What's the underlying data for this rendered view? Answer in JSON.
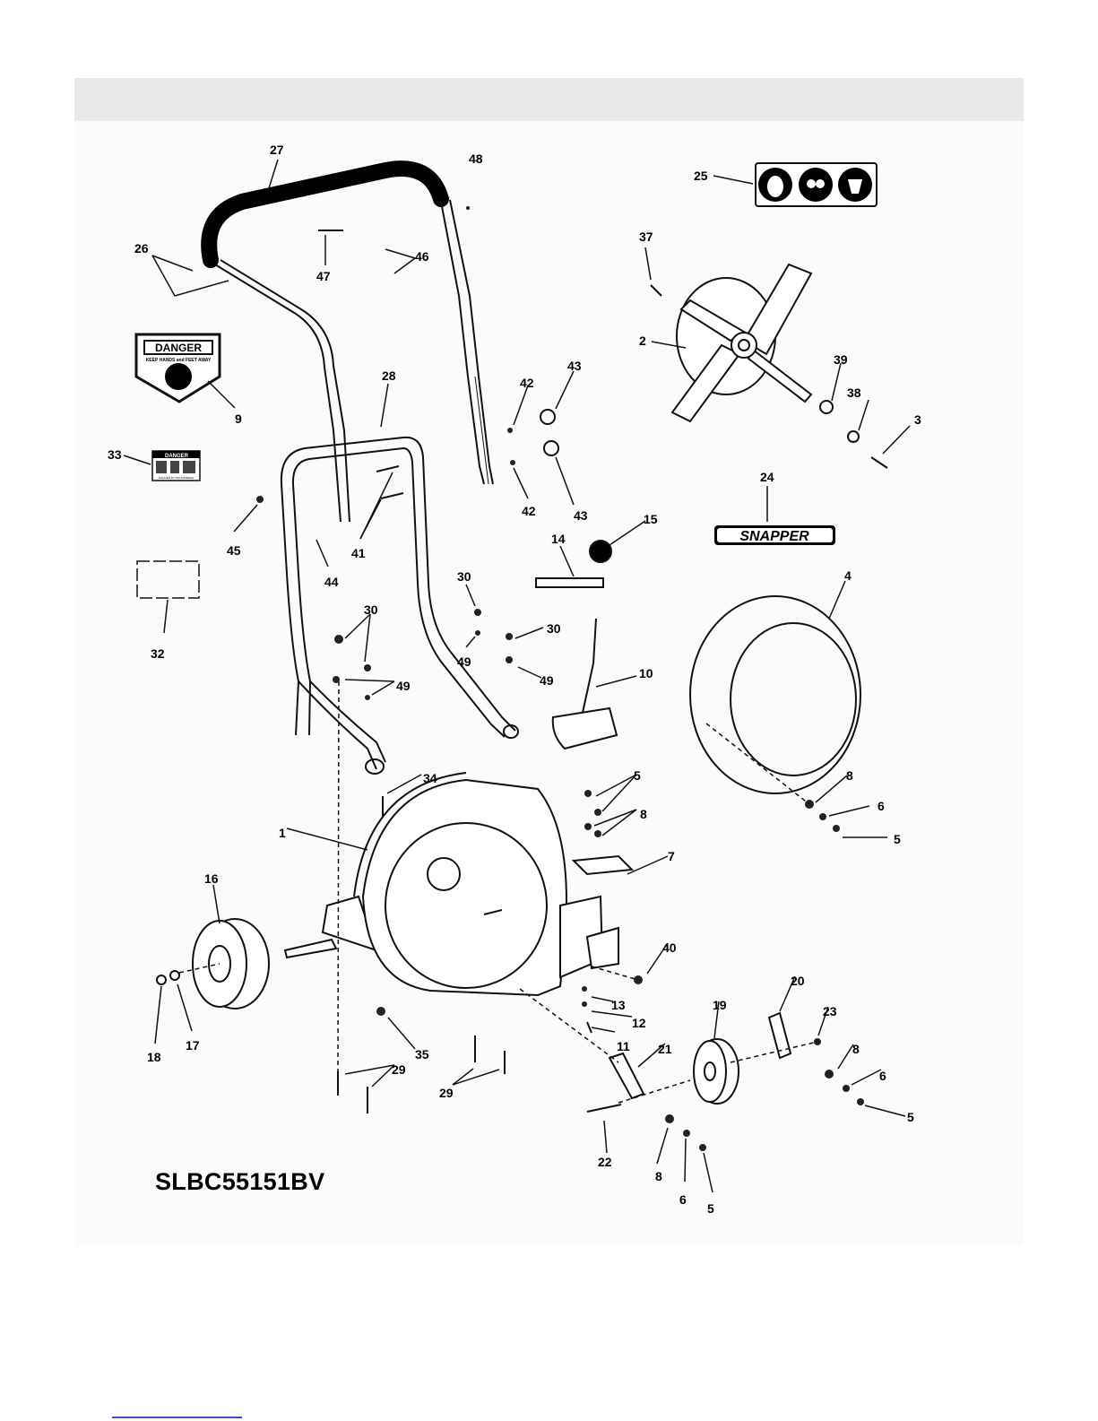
{
  "model_number": "SLBC55151BV",
  "decals": {
    "danger_main_title": "DANGER",
    "danger_main_subtitle": "KEEP HANDS and FEET AWAY",
    "danger_small_title": "DANGER",
    "danger_small_subtitle": "DANGER FLYING MATERIAL",
    "brand": "SNAPPER"
  },
  "callouts": [
    {
      "id": "c27",
      "text": "27"
    },
    {
      "id": "c48",
      "text": "48"
    },
    {
      "id": "c25",
      "text": "25"
    },
    {
      "id": "c26",
      "text": "26"
    },
    {
      "id": "c47",
      "text": "47"
    },
    {
      "id": "c46",
      "text": "46"
    },
    {
      "id": "c37",
      "text": "37"
    },
    {
      "id": "c2",
      "text": "2"
    },
    {
      "id": "c9",
      "text": "9"
    },
    {
      "id": "c39",
      "text": "39"
    },
    {
      "id": "c43a",
      "text": "43"
    },
    {
      "id": "c42a",
      "text": "42"
    },
    {
      "id": "c28",
      "text": "28"
    },
    {
      "id": "c38",
      "text": "38"
    },
    {
      "id": "c3",
      "text": "3"
    },
    {
      "id": "c33",
      "text": "33"
    },
    {
      "id": "c42b",
      "text": "42"
    },
    {
      "id": "c43b",
      "text": "43"
    },
    {
      "id": "c24",
      "text": "24"
    },
    {
      "id": "c45",
      "text": "45"
    },
    {
      "id": "c41",
      "text": "41"
    },
    {
      "id": "c15",
      "text": "15"
    },
    {
      "id": "c14",
      "text": "14"
    },
    {
      "id": "c44",
      "text": "44"
    },
    {
      "id": "c30a",
      "text": "30"
    },
    {
      "id": "c4",
      "text": "4"
    },
    {
      "id": "c32",
      "text": "32"
    },
    {
      "id": "c30b",
      "text": "30"
    },
    {
      "id": "c30c",
      "text": "30"
    },
    {
      "id": "c49a",
      "text": "49"
    },
    {
      "id": "c49b",
      "text": "49"
    },
    {
      "id": "c10",
      "text": "10"
    },
    {
      "id": "c49c",
      "text": "49"
    },
    {
      "id": "c34",
      "text": "34"
    },
    {
      "id": "c5a",
      "text": "5"
    },
    {
      "id": "c8a",
      "text": "8"
    },
    {
      "id": "c6a",
      "text": "6"
    },
    {
      "id": "c8b",
      "text": "8"
    },
    {
      "id": "c5b",
      "text": "5"
    },
    {
      "id": "c1",
      "text": "1"
    },
    {
      "id": "c7",
      "text": "7"
    },
    {
      "id": "c16",
      "text": "16"
    },
    {
      "id": "c40",
      "text": "40"
    },
    {
      "id": "c20",
      "text": "20"
    },
    {
      "id": "c19",
      "text": "19"
    },
    {
      "id": "c13",
      "text": "13"
    },
    {
      "id": "c23",
      "text": "23"
    },
    {
      "id": "c12",
      "text": "12"
    },
    {
      "id": "c8c",
      "text": "8"
    },
    {
      "id": "c11",
      "text": "11"
    },
    {
      "id": "c21",
      "text": "21"
    },
    {
      "id": "c17",
      "text": "17"
    },
    {
      "id": "c35",
      "text": "35"
    },
    {
      "id": "c6b",
      "text": "6"
    },
    {
      "id": "c18",
      "text": "18"
    },
    {
      "id": "c29a",
      "text": "29"
    },
    {
      "id": "c29b",
      "text": "29"
    },
    {
      "id": "c5c",
      "text": "5"
    },
    {
      "id": "c22",
      "text": "22"
    },
    {
      "id": "c8d",
      "text": "8"
    },
    {
      "id": "c6c",
      "text": "6"
    },
    {
      "id": "c5d",
      "text": "5"
    }
  ]
}
